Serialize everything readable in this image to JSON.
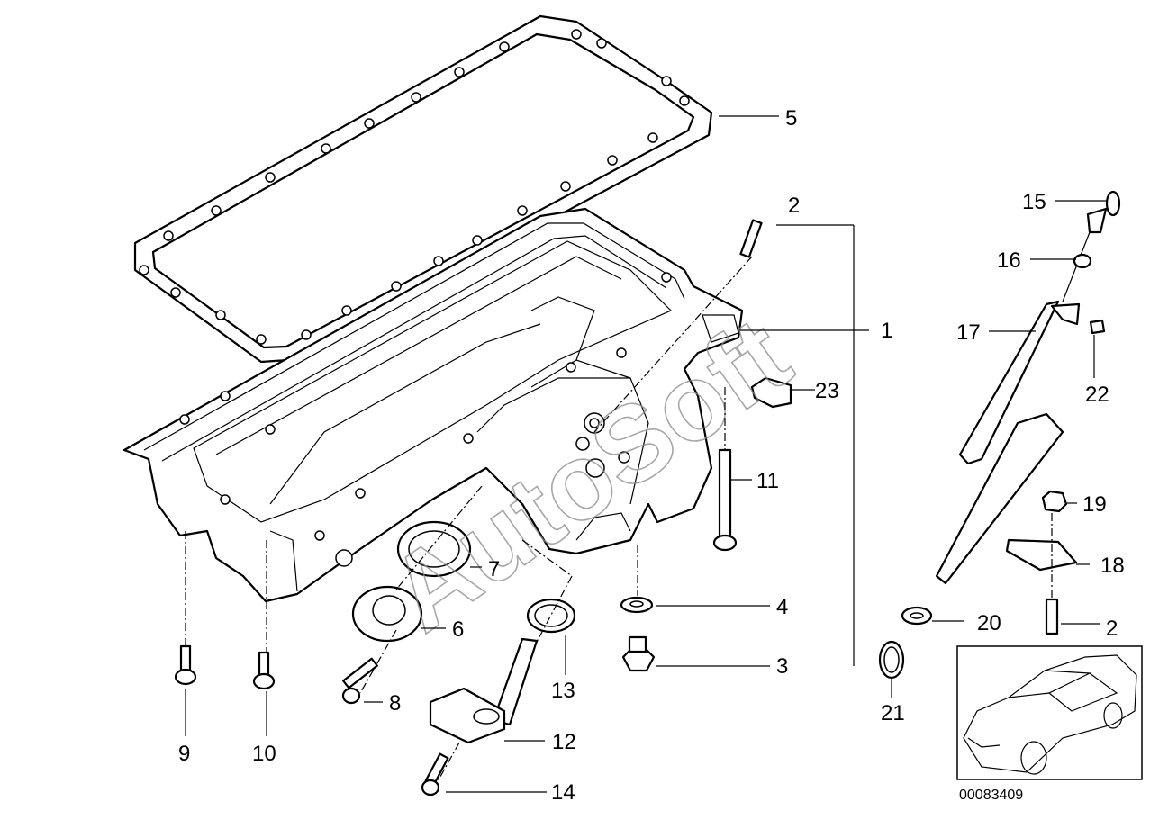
{
  "diagram": {
    "watermark": "AutoSoft",
    "drawing_number": "00083409",
    "callouts": [
      "1",
      "2",
      "2",
      "3",
      "4",
      "5",
      "6",
      "7",
      "8",
      "9",
      "10",
      "11",
      "12",
      "13",
      "14",
      "15",
      "16",
      "17",
      "18",
      "19",
      "20",
      "21",
      "22",
      "23"
    ]
  }
}
